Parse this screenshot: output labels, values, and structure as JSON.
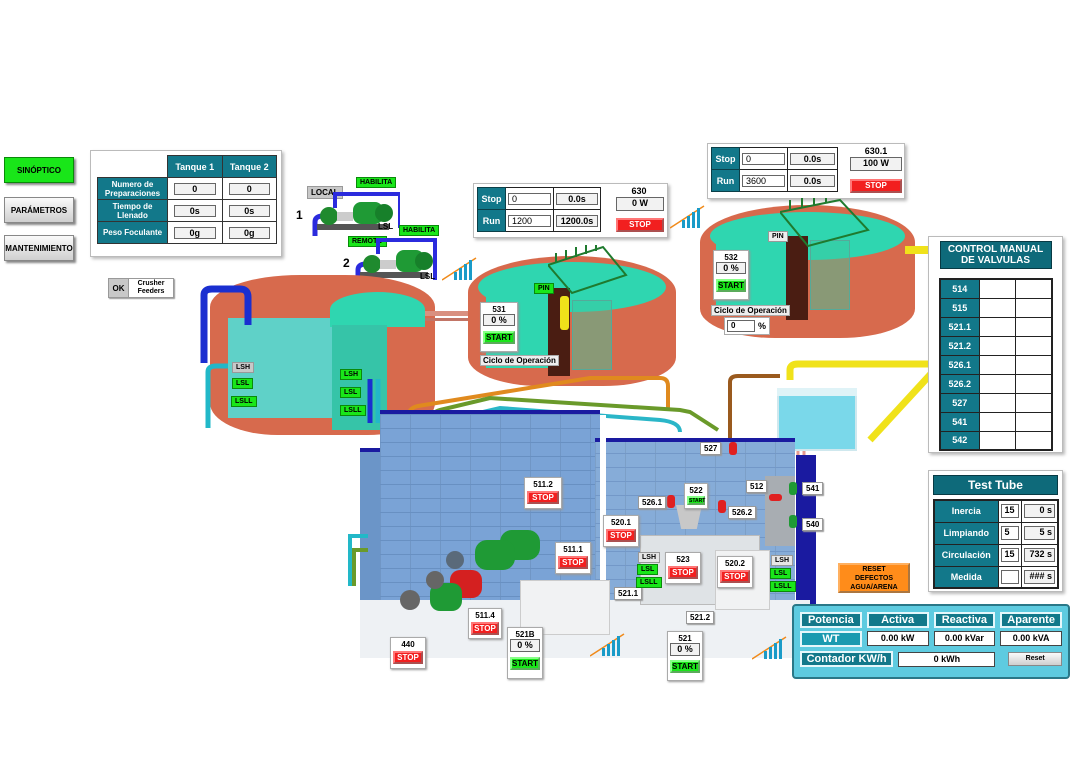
{
  "nav": {
    "sinoptico": "SINÓPTICO",
    "parametros": "PARÁMETROS",
    "mantenimiento": "MANTENIMIENTO"
  },
  "tanks_table": {
    "headers": [
      "Tanque 1",
      "Tanque 2"
    ],
    "rows": [
      {
        "label": "Numero de Preparaciones",
        "t1": "0",
        "t2": "0"
      },
      {
        "label": "Tiempo de Llenado",
        "t1": "0s",
        "t2": "0s"
      },
      {
        "label": "Peso Foculante",
        "t1": "0g",
        "t2": "0g"
      }
    ]
  },
  "crusher": {
    "ok": "OK",
    "label": "Crusher Feeders"
  },
  "pumps": {
    "pump1": {
      "number": "1",
      "mode": "LOCAL",
      "enable": "HABILITA",
      "lsl": "LSL"
    },
    "pump2": {
      "number": "2",
      "mode": "REMOTO",
      "enable": "HABILITA",
      "lsl": "LSL"
    }
  },
  "timer_630": {
    "stop_label": "Stop",
    "run_label": "Run",
    "stop_set": "0",
    "stop_elapsed": "0.0s",
    "run_set": "1200",
    "run_elapsed": "1200.0s",
    "id": "630",
    "power": "0 W",
    "button": "STOP"
  },
  "timer_6301": {
    "stop_label": "Stop",
    "run_label": "Run",
    "stop_set": "0",
    "stop_elapsed": "0.0s",
    "run_set": "3600",
    "run_elapsed": "0.0s",
    "id": "630.1",
    "power": "100 W",
    "button": "STOP"
  },
  "tank_left": {
    "lsh": "LSH",
    "lsl": "LSL",
    "lsll": "LSLL",
    "lsh2": "LSH",
    "lsl2": "LSL",
    "lsll2": "LSLL"
  },
  "tank_531": {
    "pin": "PIN",
    "id": "531",
    "value": "0 %",
    "button": "START",
    "cycle": "Ciclo de Operación"
  },
  "tank_532": {
    "pin": "PIN",
    "id": "532",
    "value": "0 %",
    "button": "START",
    "cycle": "Ciclo de Operación",
    "cycle_value": "0",
    "cycle_unit": "%"
  },
  "plant": {
    "m5112": {
      "id": "511.2",
      "button": "STOP"
    },
    "m5111": {
      "id": "511.1",
      "button": "STOP"
    },
    "m5114": {
      "id": "511.4",
      "button": "STOP"
    },
    "m5201": {
      "id": "520.1",
      "button": "STOP"
    },
    "m5202": {
      "id": "520.2",
      "button": "STOP"
    },
    "m523": {
      "id": "523",
      "button": "STOP"
    },
    "m522": {
      "id": "522",
      "button": "START"
    },
    "m440": {
      "id": "440",
      "button": "STOP"
    },
    "m521b": {
      "id": "521B",
      "value": "0 %",
      "button": "START"
    },
    "m521": {
      "id": "521",
      "value": "0 %",
      "button": "START"
    },
    "valves": {
      "v527": "527",
      "v5261": "526.1",
      "v5262": "526.2",
      "v512": "512",
      "v541": "541",
      "v540": "540",
      "v5211": "521.1",
      "v5212": "521.2"
    },
    "levels_mid": {
      "lsh": "LSH",
      "lsl": "LSL",
      "lsll": "LSLL"
    },
    "levels_right": {
      "lsh": "LSH",
      "lsl": "LSL",
      "lsll": "LSLL"
    }
  },
  "valve_control": {
    "title": "CONTROL MANUAL DE VALVULAS",
    "rows": [
      "514",
      "515",
      "521.1",
      "521.2",
      "526.1",
      "526.2",
      "527",
      "541",
      "542"
    ]
  },
  "test_tube": {
    "title": "Test Tube",
    "rows": [
      {
        "label": "Inercia",
        "set": "15",
        "value": "0 s"
      },
      {
        "label": "Limpiando",
        "set": "5",
        "value": "5 s"
      },
      {
        "label": "Circulación",
        "set": "15",
        "value": "732 s"
      },
      {
        "label": "Medida",
        "set": "",
        "value": "### s"
      }
    ]
  },
  "reset_defects": "RESET DEFECTOS AGUA/ARENA",
  "energy": {
    "potencia": "Potencia",
    "activa": "Activa",
    "reactiva": "Reactiva",
    "aparente": "Aparente",
    "wt": "WT",
    "kw": "0.00 kW",
    "kvar": "0.00 kVar",
    "kva": "0.00 kVA",
    "counter_label": "Contador KW/h",
    "counter_value": "0 kWh",
    "reset": "Reset"
  },
  "colors": {
    "teal": "#12788a",
    "green_active": "#19e619",
    "stop_red": "#f21f1f",
    "tank_wall": "#d76a4d",
    "water": "#2fd6b0",
    "reset_orange": "#ff8c1a",
    "energy_panel": "#5ecbe0"
  }
}
